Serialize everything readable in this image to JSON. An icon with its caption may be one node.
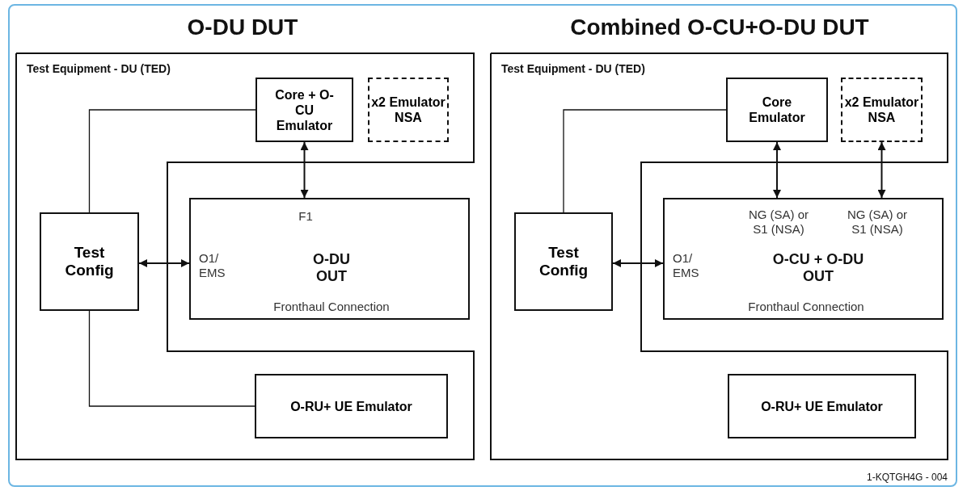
{
  "diagram": {
    "nodes": [
      {
        "text": [
          "Test Equipment - DU (TED)"
        ]
      },
      {
        "text": [
          "Core + O-CU Emulator"
        ],
        "in": 0
      },
      {
        "text": [
          "x2 Emulator NSA"
        ],
        "in": 0
      },
      {
        "text": [
          "Test Config"
        ],
        "in": 0
      },
      {
        "text": [
          "F1",
          "O1/ EMS",
          "O-DU OUT",
          "Fronthaul Connection"
        ]
      },
      {
        "text": [
          "O-RU+ UE Emulator"
        ],
        "in": 0
      },
      {
        "text": [
          "Test Equipment - DU (TED)"
        ]
      },
      {
        "text": [
          "Core Emulator"
        ],
        "in": 6
      },
      {
        "text": [
          "x2 Emulator NSA"
        ],
        "in": 6
      },
      {
        "text": [
          "Test Config"
        ],
        "in": 6
      },
      {
        "text": [
          "NG (SA) or S1 (NSA)",
          "NG (SA) or S1 (NSA)",
          "O1/ EMS",
          "O-CU + O-DU OUT",
          "Fronthaul Connection"
        ]
      },
      {
        "text": [
          "O-RU+ UE Emulator"
        ],
        "in": 6
      }
    ],
    "edges": [
      {
        "from": 3,
        "to": 1,
        "arrow": "none"
      },
      {
        "from": 1,
        "to": 4,
        "arrow": "both"
      },
      {
        "from": 3,
        "to": 4,
        "arrow": "both"
      },
      {
        "from": 3,
        "to": 5,
        "arrow": "none"
      },
      {
        "from": 9,
        "to": 7,
        "arrow": "none"
      },
      {
        "from": 7,
        "to": 10,
        "arrow": "both"
      },
      {
        "from": 8,
        "to": 10,
        "arrow": "both"
      },
      {
        "from": 9,
        "to": 10,
        "arrow": "both"
      }
    ],
    "labels": [
      "O-DU DUT",
      "Combined O-CU+O-DU DUT",
      "1-KQTGH4G - 004"
    ]
  }
}
